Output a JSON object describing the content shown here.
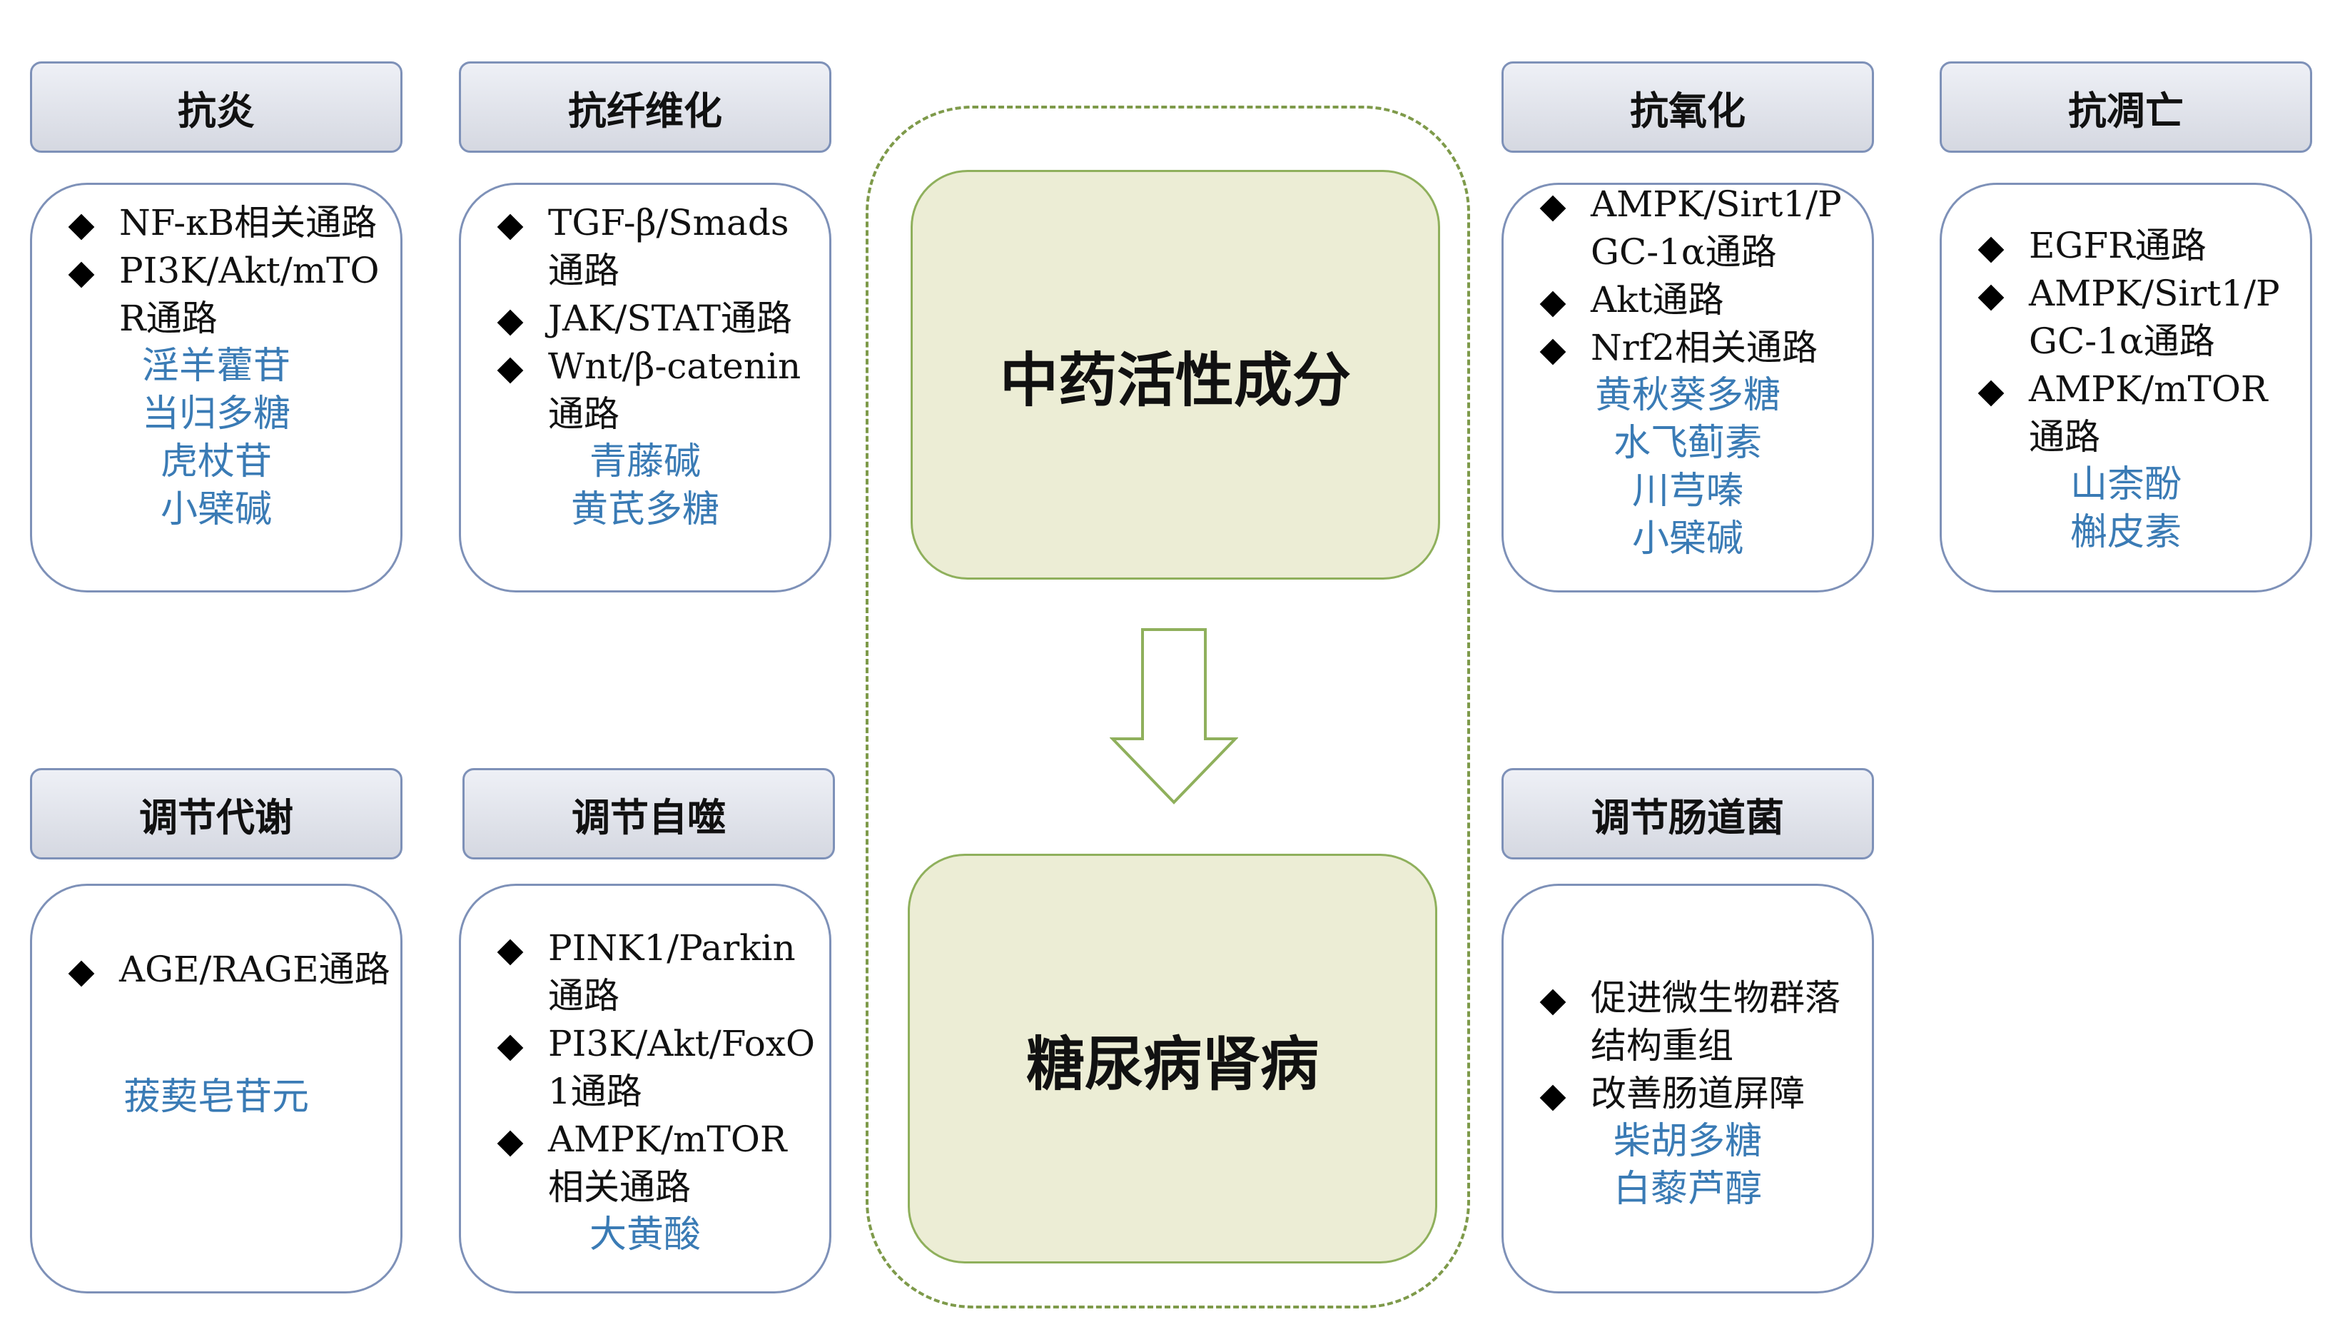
{
  "center": {
    "top_label": "中药活性成分",
    "bottom_label": "糖尿病肾病"
  },
  "modules": [
    {
      "title": "抗炎",
      "items": [
        "NF-κB相关通路",
        "PI3K/Akt/mTOR通路"
      ],
      "compounds": [
        "淫羊藿苷",
        "当归多糖",
        "虎杖苷",
        "小檗碱"
      ]
    },
    {
      "title": "抗纤维化",
      "items": [
        "TGF-β/Smads通路",
        "JAK/STAT通路",
        "Wnt/β-catenin通路"
      ],
      "compounds": [
        "青藤碱",
        "黄芪多糖"
      ]
    },
    {
      "title": "抗氧化",
      "items": [
        "AMPK/Sirt1/PGC-1α通路",
        "Akt通路",
        "Nrf2相关通路"
      ],
      "compounds": [
        "黄秋葵多糖",
        "水飞蓟素",
        "川芎嗪",
        "小檗碱"
      ]
    },
    {
      "title": "抗凋亡",
      "items": [
        "EGFR通路",
        "AMPK/Sirt1/PGC-1α通路",
        "AMPK/mTOR通路"
      ],
      "compounds": [
        "山柰酚",
        "槲皮素"
      ]
    },
    {
      "title": "调节代谢",
      "items": [
        "AGE/RAGE通路"
      ],
      "compounds": [
        "菝葜皂苷元"
      ]
    },
    {
      "title": "调节自噬",
      "items": [
        "PINK1/Parkin通路",
        "PI3K/Akt/FoxO1通路",
        "AMPK/mTOR相关通路"
      ],
      "compounds": [
        "大黄酸"
      ]
    },
    {
      "title": "调节肠道菌",
      "items": [
        "促进微生物群落结构重组",
        "改善肠道屏障"
      ],
      "compounds": [
        "柴胡多糖",
        "白藜芦醇"
      ]
    }
  ]
}
